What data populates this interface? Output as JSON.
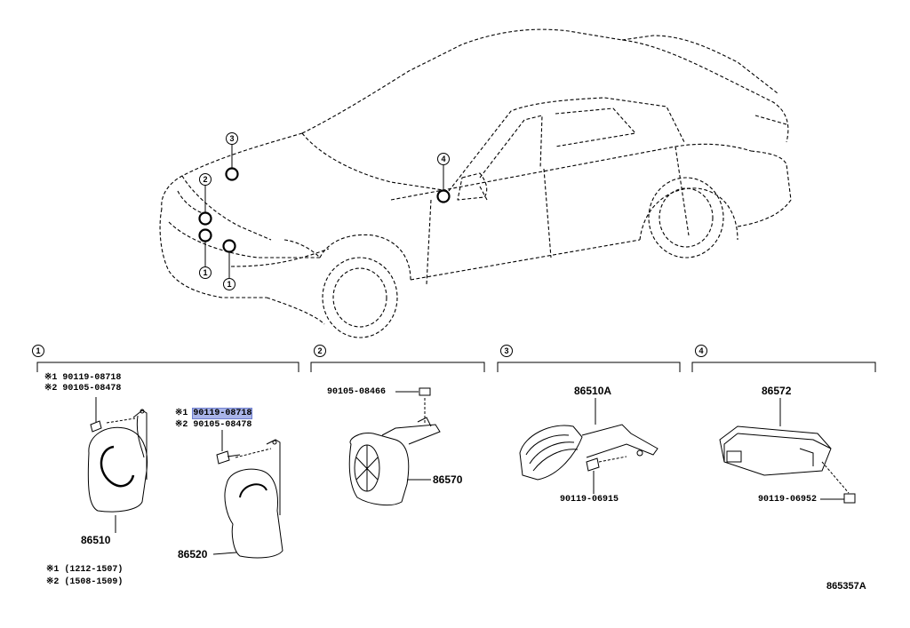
{
  "callouts": {
    "c1": "1",
    "c2": "2",
    "c3": "3",
    "c4": "4"
  },
  "sections": [
    {
      "marker": "1"
    },
    {
      "marker": "2"
    },
    {
      "marker": "3"
    },
    {
      "marker": "4"
    }
  ],
  "parts": {
    "p86510": "86510",
    "p86520": "86520",
    "p86570": "86570",
    "p86510a": "86510A",
    "p86572": "86572",
    "b_90105_08466": "90105-08466",
    "b_90119_06915": "90119-06915",
    "b_90119_06952": "90119-06952"
  },
  "variants": {
    "left": {
      "v1": "※1 90119-08718",
      "v2": "※2 90105-08478"
    },
    "right": {
      "v1_mark": "※1",
      "v1_num": "90119-08718",
      "v2": "※2 90105-08478"
    }
  },
  "notes": {
    "n1": "※1 (1212-1507)",
    "n2": "※2 (1508-1509)"
  },
  "figure_id": "865357A"
}
